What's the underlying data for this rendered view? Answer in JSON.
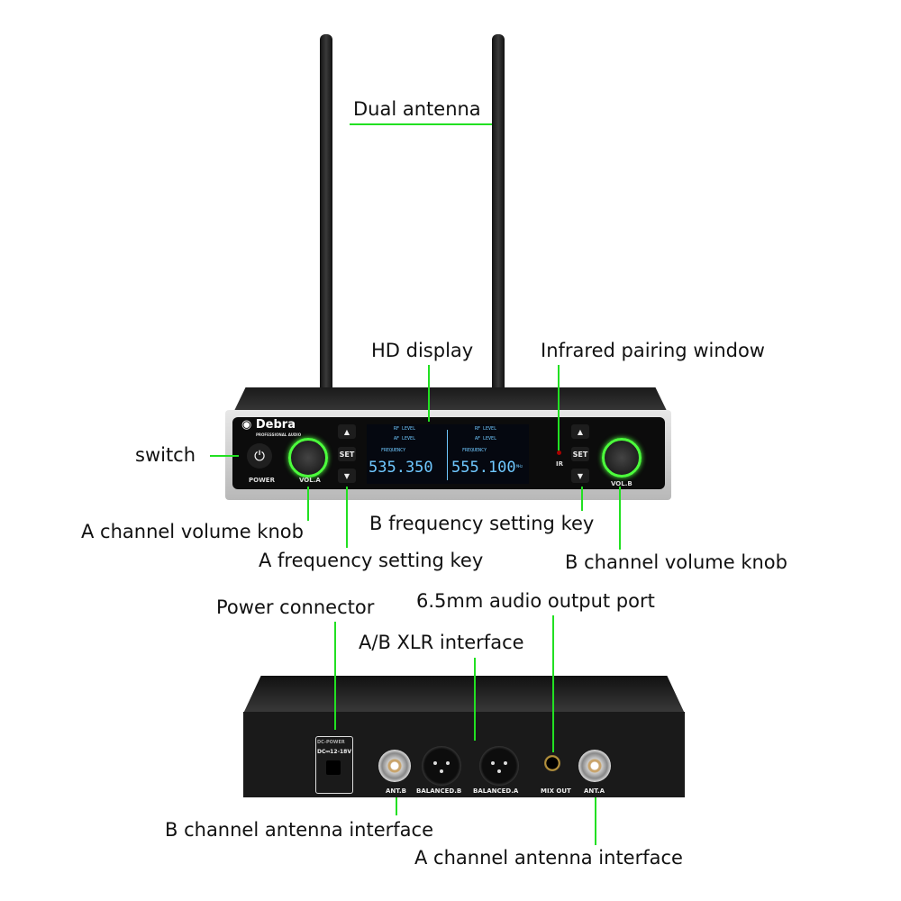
{
  "labels": {
    "dual_antenna": "Dual antenna",
    "hd_display": "HD display",
    "infrared": "Infrared pairing window",
    "switch": "switch",
    "a_volume": "A channel volume knob",
    "a_freq": "A frequency setting key",
    "b_freq": "B frequency setting key",
    "b_volume": "B channel volume knob",
    "power_connector": "Power connector",
    "audio_out": "6.5mm audio output port",
    "xlr": "A/B XLR interface",
    "b_antenna": "B channel antenna interface",
    "a_antenna": "A channel antenna interface"
  },
  "front": {
    "brand": "Debra",
    "brand_sub": "PROFESSIONAL AUDIO",
    "power": "POWER",
    "vol_a": "VOL.A",
    "vol_b": "VOL.B",
    "set": "SET",
    "ir": "IR",
    "rf_level": "RF LEVEL",
    "af_level": "AF LEVEL",
    "frequency": "FREQUENCY",
    "freq_a": "535.350",
    "freq_b": "555.100",
    "unit": "MHz"
  },
  "rear": {
    "dc_power": "DC-POWER",
    "dc_spec": "DC⎓12-18V",
    "ant_b": "ANT.B",
    "balanced_b": "BALANCED.B",
    "balanced_a": "BALANCED.A",
    "mix_out": "MIX OUT",
    "ant_a": "ANT.A"
  },
  "colors": {
    "leader": "#22e022",
    "lcd": "#6fc8ff",
    "knob_ring": "#4cff3c"
  }
}
